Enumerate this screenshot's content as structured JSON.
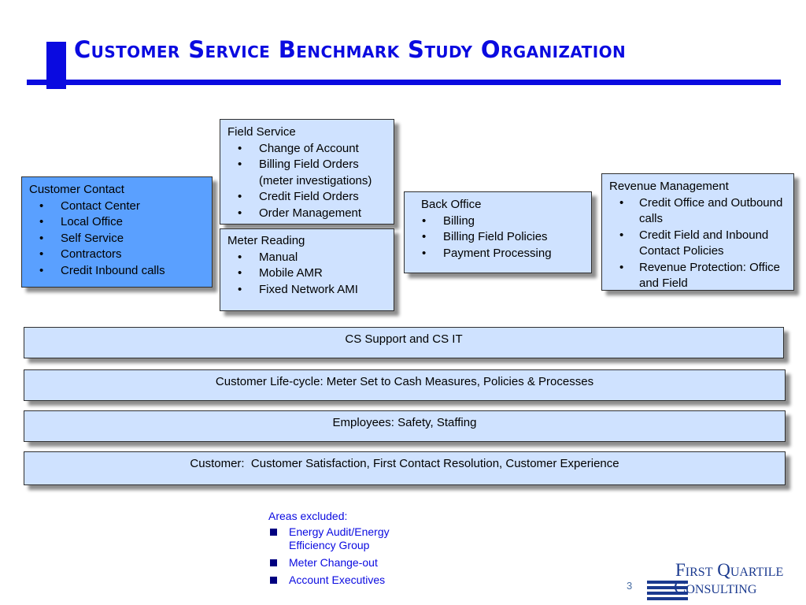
{
  "title": "Customer Service Benchmark Study Organization",
  "boxes": {
    "field_service": {
      "title": "Field Service",
      "items": [
        "Change of Account",
        "Billing Field Orders (meter investigations)",
        "Credit Field Orders",
        "Order Management"
      ]
    },
    "customer_contact": {
      "title": "Customer Contact",
      "items": [
        "Contact Center",
        "Local Office",
        "Self Service",
        "Contractors",
        "Credit Inbound calls"
      ]
    },
    "meter_reading": {
      "title": "Meter Reading",
      "items": [
        "Manual",
        "Mobile AMR",
        "Fixed Network AMI"
      ]
    },
    "back_office": {
      "title": "Back Office",
      "items": [
        "Billing",
        "Billing Field Policies",
        "Payment Processing"
      ]
    },
    "revenue_management": {
      "title": "Revenue Management",
      "items": [
        "Credit Office and Outbound calls",
        "Credit Field and Inbound Contact Policies",
        "Revenue Protection: Office and Field"
      ]
    }
  },
  "bands": {
    "cs_support": "CS Support and CS IT",
    "life_cycle": "Customer Life-cycle: Meter Set to Cash Measures, Policies & Processes",
    "employees": "Employees:  Safety, Staffing",
    "customer_label": "Customer:",
    "customer_text": "  Customer Satisfaction, First Contact Resolution, Customer Experience"
  },
  "excluded": {
    "heading": "Areas excluded:",
    "items": [
      "Energy Audit/Energy Efficiency Group",
      "Meter Change-out",
      "Account Executives"
    ]
  },
  "page_number": "3",
  "logo": {
    "line1": "First Quartile",
    "line2": "Consulting"
  },
  "colors": {
    "title_blue": "#0a0ae0",
    "box_light": "#cfe2ff",
    "box_dark": "#5aa0ff",
    "logo_navy": "#1b3a8f"
  }
}
